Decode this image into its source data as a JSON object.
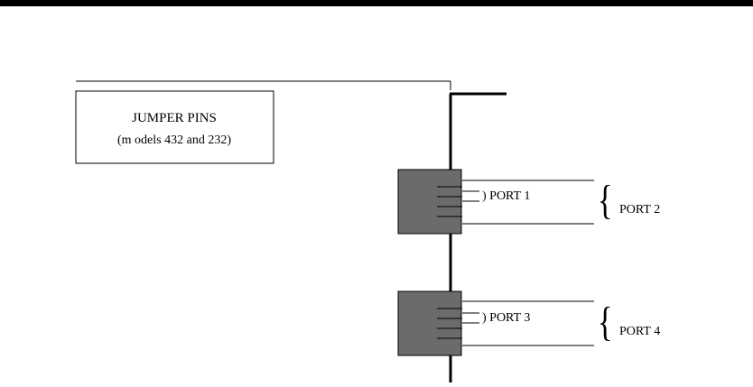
{
  "jumper_box": {
    "title": "JUMPER PINS",
    "subtitle": "(m odels 432 and 232)"
  },
  "ports": {
    "port1": ") PORT 1",
    "port2": "PORT 2",
    "port3": ") PORT 3",
    "port4": "PORT 4"
  },
  "colors": {
    "top_bar": "#000000",
    "connector_block": "#6b6b6b",
    "line": "#000000",
    "background": "#ffffff"
  }
}
